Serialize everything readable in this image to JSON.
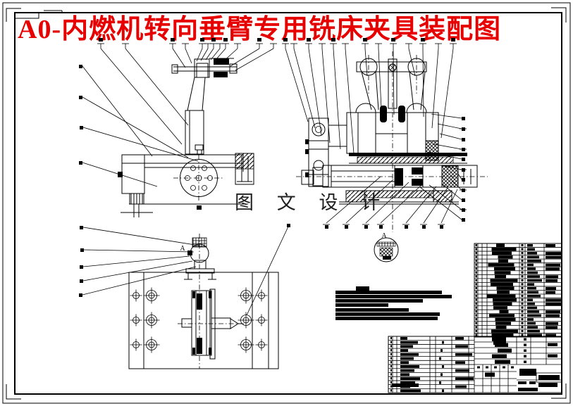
{
  "title": {
    "text": "A0-内燃机转向垂臂专用铣床夹具装配图",
    "color": "#e60000"
  },
  "watermark": {
    "text": "图 文 设 计",
    "color": "#1f1f1f"
  },
  "labels": {
    "detail_marker": "A",
    "detail_view": "A"
  },
  "colors": {
    "background": "#ffffff",
    "line": "#000000",
    "title": "#e60000",
    "watermark": "#1f1f1f"
  },
  "redactions": {
    "technical_notes_lines": 8,
    "parts_list_rows": 24,
    "title_block_rows": 14
  }
}
